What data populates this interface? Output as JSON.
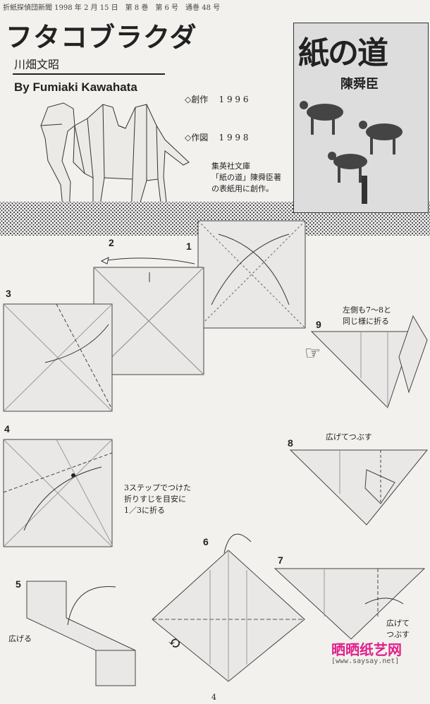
{
  "header": {
    "publication": "折紙探偵団新聞 1998 年 2 月 15 日　第 8 巻　第 6 号　通巻 48 号"
  },
  "title": "フタコブラクダ",
  "author_jp": "川畑文昭",
  "author_en": "By Fumiaki Kawahata",
  "meta": {
    "created_label": "◇創作",
    "created_year": "1 9 9 6",
    "diagram_label": "◇作図",
    "diagram_year": "1 9 9 8"
  },
  "book_note": [
    "集英社文庫",
    "「紙の道」陳舜臣著",
    "の表紙用に創作。"
  ],
  "book": {
    "title": "紙の道",
    "author": "陳舜臣"
  },
  "steps": {
    "s1": "1",
    "s2": "2",
    "s3": "3",
    "s4": "4",
    "s5": "5",
    "s6": "6",
    "s7": "7",
    "s8": "8",
    "s9": "9"
  },
  "captions": {
    "step4": [
      "3ステップでつけた",
      "折りすじを目安に",
      "1／3に折る"
    ],
    "step5": "広げる",
    "step7": [
      "広げて",
      "つぶす"
    ],
    "step8": "広げてつぶす",
    "step9": [
      "左側も7～8と",
      "同じ様に折る"
    ]
  },
  "watermark": {
    "site": "晒晒纸艺网",
    "url": "[www.saysay.net]"
  },
  "page_number": "4"
}
